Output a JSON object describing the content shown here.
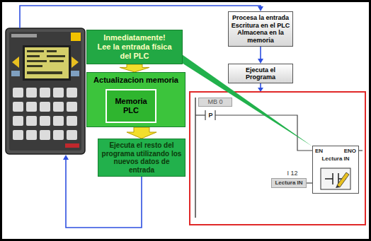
{
  "diagram": {
    "nodes": [
      {
        "text": [
          "Inmediatamente! Lee la entrada física del PLC"
        ]
      },
      {
        "text": [
          "Actualizacion memoria"
        ]
      },
      {
        "text": [
          "Memoria PLC"
        ],
        "in": 1
      },
      {
        "text": [
          "Ejecuta el resto del programa utilizando los nuevos datos de entrada"
        ]
      },
      {
        "text": [
          "Procesa la entrada Escritura en el PLC Almacena en la memoria"
        ]
      },
      {
        "text": [
          "Ejecuta el Programa"
        ]
      },
      {
        "text": [
          "EN",
          "ENO",
          "Lectura IN"
        ]
      }
    ],
    "edges": [
      {
        "from": 0,
        "to": 1,
        "arrow": "to"
      },
      {
        "from": 1,
        "to": 3,
        "arrow": "to"
      },
      {
        "from": 4,
        "to": 5,
        "arrow": "to"
      },
      {
        "from": 0,
        "to": 6,
        "arrow": "none"
      }
    ],
    "labels": [
      "MB 0",
      "P",
      "I 12",
      "Lectura IN"
    ]
  }
}
